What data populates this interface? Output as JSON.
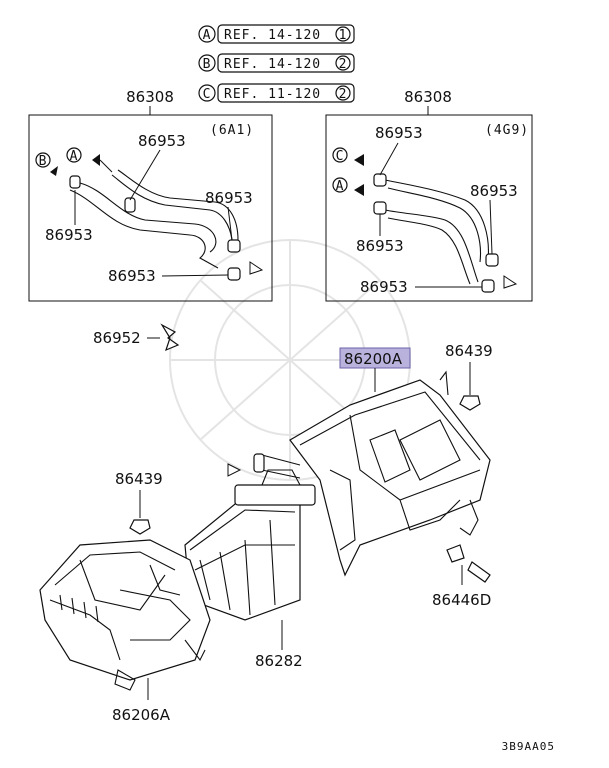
{
  "refs": [
    {
      "letter": "A",
      "text": "REF. 14-120",
      "num": "1"
    },
    {
      "letter": "B",
      "text": "REF. 14-120",
      "num": "2"
    },
    {
      "letter": "C",
      "text": "REF. 11-120",
      "num": "2"
    }
  ],
  "left_box": {
    "title": "86308",
    "engine": "(6A1)",
    "markers": [
      "B",
      "A"
    ],
    "labels": [
      "86953",
      "86953",
      "86953",
      "86953"
    ]
  },
  "right_box": {
    "title": "86308",
    "engine": "(4G9)",
    "markers": [
      "C",
      "A"
    ],
    "labels": [
      "86953",
      "86953",
      "86953",
      "86953"
    ]
  },
  "parts": {
    "p86952": "86952",
    "p86200A": "86200A",
    "p86439_top": "86439",
    "p86439_left": "86439",
    "p86446D": "86446D",
    "p86282": "86282",
    "p86206A": "86206A"
  },
  "footer_code": "3B9AA05"
}
